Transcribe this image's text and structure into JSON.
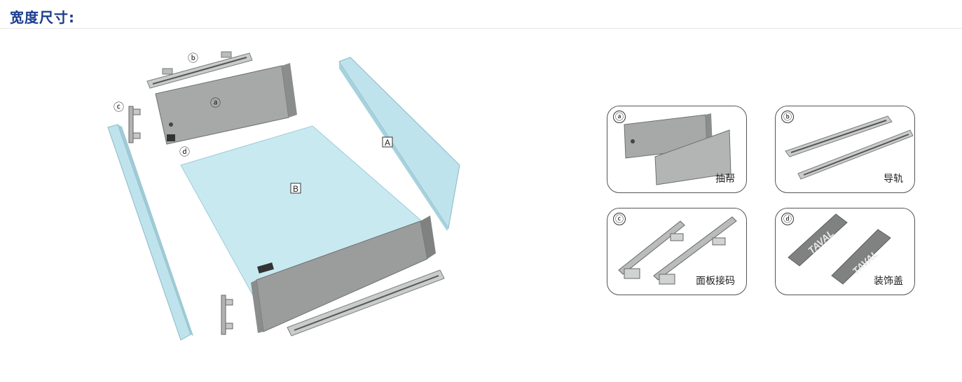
{
  "page": {
    "title": "宽度尺寸:",
    "title_color": "#1a3d8f"
  },
  "diagram": {
    "panel_color": "#bfe3ec",
    "metal_color": "#9a9d9c",
    "labels": {
      "a": "ⓐ",
      "b": "ⓑ",
      "c": "ⓒ",
      "d": "ⓓ",
      "A": "A",
      "B": "B"
    }
  },
  "parts": [
    {
      "letter": "a",
      "caption": "抽帮",
      "icon": "drawer-side-panels"
    },
    {
      "letter": "b",
      "caption": "导轨",
      "icon": "drawer-slide-rails"
    },
    {
      "letter": "c",
      "caption": "面板接码",
      "icon": "front-panel-connectors"
    },
    {
      "letter": "d",
      "caption": "装饰盖",
      "icon": "decorative-caps"
    }
  ],
  "cap_text": "TAVAL"
}
